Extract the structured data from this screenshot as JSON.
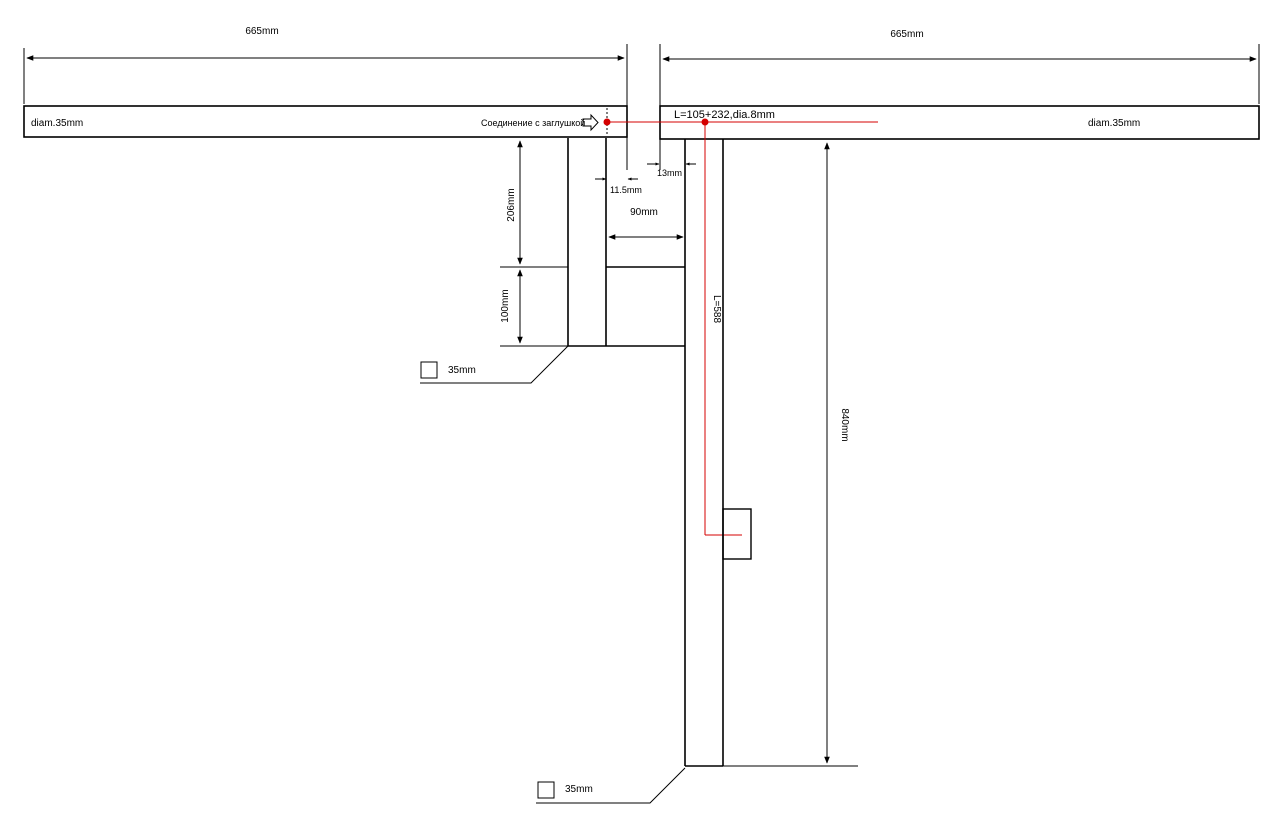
{
  "labels": {
    "top_left_length": "665mm",
    "top_right_length": "665mm",
    "left_bar_diam": "diam.35mm",
    "right_bar_diam": "diam.35mm",
    "joint_note": "Соединение с заглушкой",
    "red_line_spec": "L=105+232,dia.8mm",
    "gap_left": "11.5mm",
    "gap_right": "13mm",
    "brace_width": "90mm",
    "upper_height": "206mm",
    "lower_height": "100mm",
    "vertical_red_length": "L=588",
    "post_height": "840mm",
    "section_upper": "35mm",
    "section_lower": "35mm"
  },
  "colors": {
    "line": "#000000",
    "accent": "#d40000"
  }
}
